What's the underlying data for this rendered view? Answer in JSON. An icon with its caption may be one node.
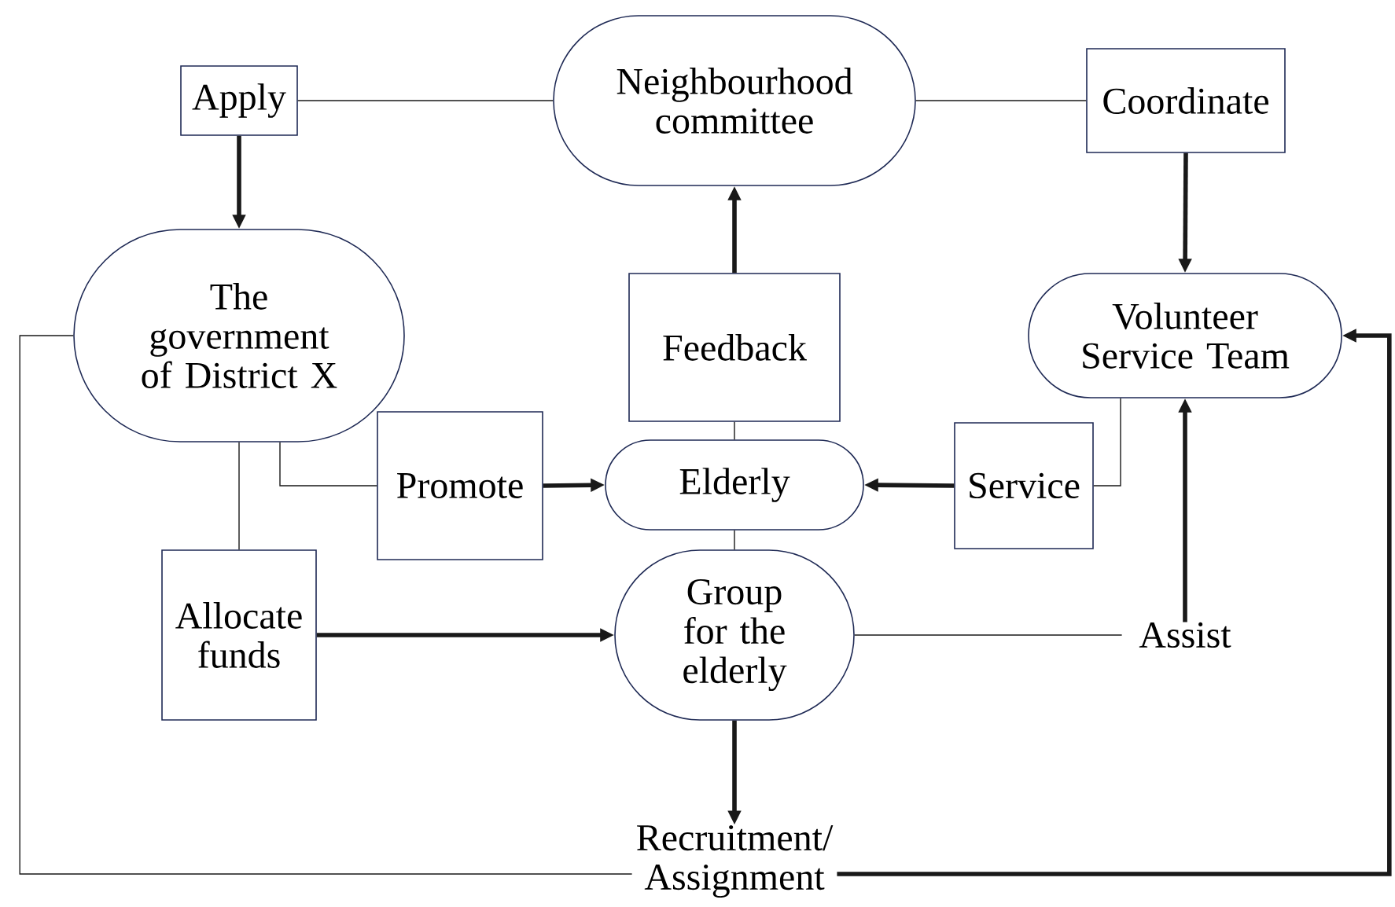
{
  "diagram": {
    "nodes": [
      {
        "text": [
          "Neighbourhood committee"
        ]
      },
      {
        "text": [
          "Apply"
        ]
      },
      {
        "text": [
          "Coordinate"
        ]
      },
      {
        "text": [
          "The government of District X"
        ]
      },
      {
        "text": [
          "Feedback"
        ]
      },
      {
        "text": [
          "Volunteer Service Team"
        ]
      },
      {
        "text": [
          "Promote"
        ]
      },
      {
        "text": [
          "Elderly"
        ]
      },
      {
        "text": [
          "Service"
        ]
      },
      {
        "text": [
          "Allocate funds"
        ]
      },
      {
        "text": [
          "Group for the elderly"
        ]
      },
      {
        "text": [
          "Assist"
        ]
      },
      {
        "text": [
          "Recruitment/ Assignment"
        ]
      }
    ],
    "edges": [
      {
        "from": 1,
        "to": 0,
        "arrow": "none"
      },
      {
        "from": 0,
        "to": 2,
        "arrow": "none"
      },
      {
        "from": 1,
        "to": 3,
        "arrow": "to",
        "style": "thick"
      },
      {
        "from": 2,
        "to": 5,
        "arrow": "to",
        "style": "thick"
      },
      {
        "from": 4,
        "to": 0,
        "arrow": "to",
        "style": "thick"
      },
      {
        "from": 7,
        "to": 4,
        "arrow": "none"
      },
      {
        "from": 3,
        "to": 6,
        "arrow": "none"
      },
      {
        "from": 3,
        "to": 9,
        "arrow": "none"
      },
      {
        "from": 6,
        "to": 7,
        "arrow": "to",
        "style": "thick"
      },
      {
        "from": 8,
        "to": 7,
        "arrow": "to",
        "style": "thick"
      },
      {
        "from": 5,
        "to": 8,
        "arrow": "none"
      },
      {
        "from": 9,
        "to": 10,
        "arrow": "to",
        "style": "thick"
      },
      {
        "from": 7,
        "to": 10,
        "arrow": "none"
      },
      {
        "from": 10,
        "to": 11,
        "arrow": "none"
      },
      {
        "from": 11,
        "to": 5,
        "arrow": "to",
        "style": "thick"
      },
      {
        "from": 10,
        "to": 12,
        "arrow": "to",
        "style": "thick"
      },
      {
        "from": 12,
        "to": 3,
        "arrow": "none"
      },
      {
        "from": 12,
        "to": 5,
        "arrow": "to",
        "style": "thick"
      }
    ]
  }
}
